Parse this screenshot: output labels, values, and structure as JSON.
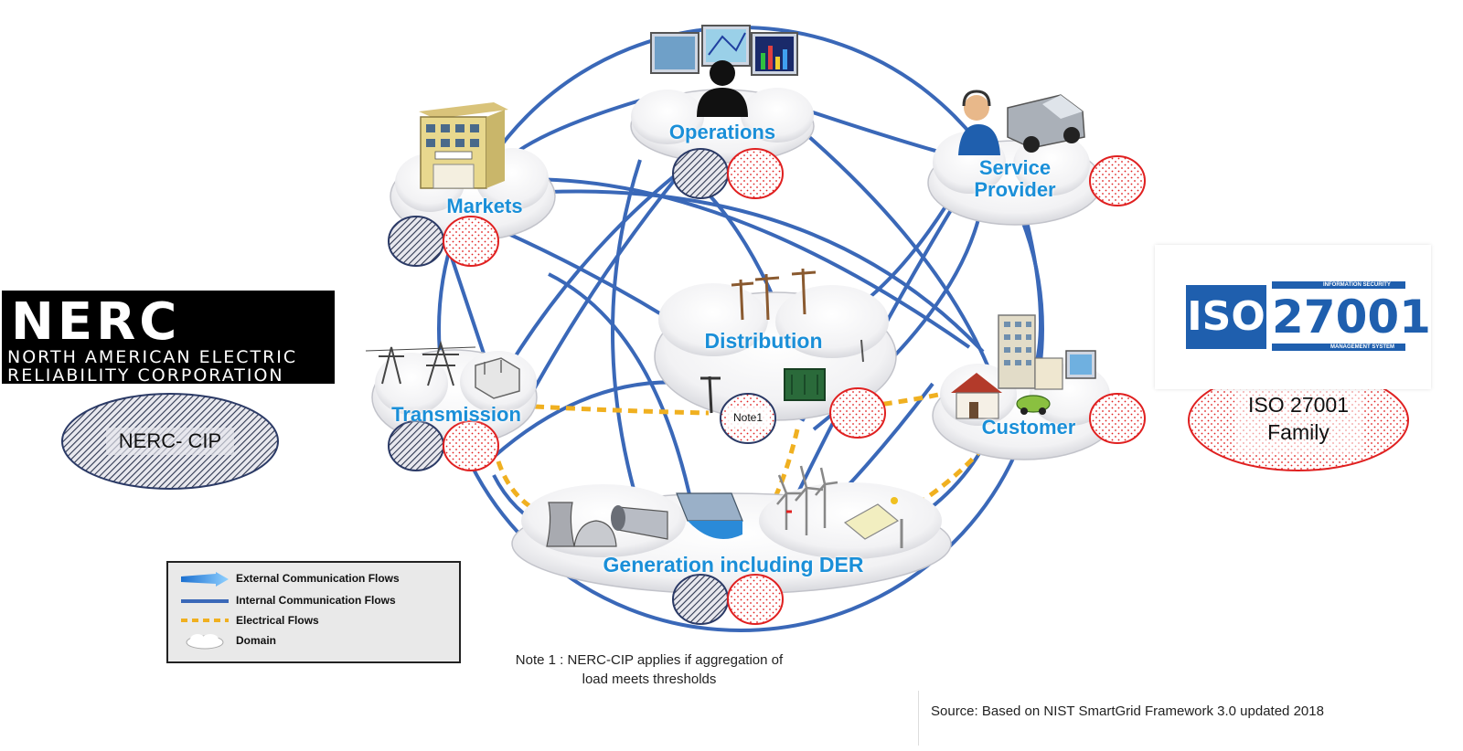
{
  "domains": {
    "operations": "Operations",
    "markets": "Markets",
    "service_provider": "Service\nProvider",
    "distribution": "Distribution",
    "transmission": "Transmission",
    "customer": "Customer",
    "generation": "Generation including DER"
  },
  "note1_badge": "Note1",
  "nerc_logo": {
    "word": "NERC",
    "line1": "NORTH AMERICAN ELECTRIC",
    "line2": "RELIABILITY CORPORATION"
  },
  "nerc_cip_label": "NERC- CIP",
  "iso_logo": {
    "iso": "ISO",
    "number": "27001",
    "top_tag": "INFORMATION SECURITY",
    "bottom_tag": "MANAGEMENT SYSTEM"
  },
  "iso_family_label": "ISO 27001\nFamily",
  "legend": {
    "external": "External Communication Flows",
    "internal": "Internal Communication Flows",
    "electrical": "Electrical Flows",
    "domain": "Domain"
  },
  "note_text": "Note 1 : NERC-CIP applies if aggregation of\nload meets thresholds",
  "source_text": "Source: Based on NIST SmartGrid Framework 3.0 updated 2018",
  "colors": {
    "line_blue": "#3a68b8",
    "electrical_orange": "#f0b020",
    "label_blue": "#1a8fd8",
    "iso_blue": "#1f5fae",
    "iso_red": "#e02020",
    "nerc_hatch": "#33415c"
  },
  "icons": [
    "monitor-icon",
    "operator-icon",
    "market-building-icon",
    "call-center-agent-icon",
    "utility-truck-icon",
    "utility-pole-icon",
    "transformer-icon",
    "transmission-tower-icon",
    "substation-icon",
    "house-icon",
    "office-building-icon",
    "electric-car-icon",
    "cooling-tower-icon",
    "turbine-icon",
    "dam-icon",
    "wind-turbine-icon",
    "solar-panel-icon"
  ]
}
